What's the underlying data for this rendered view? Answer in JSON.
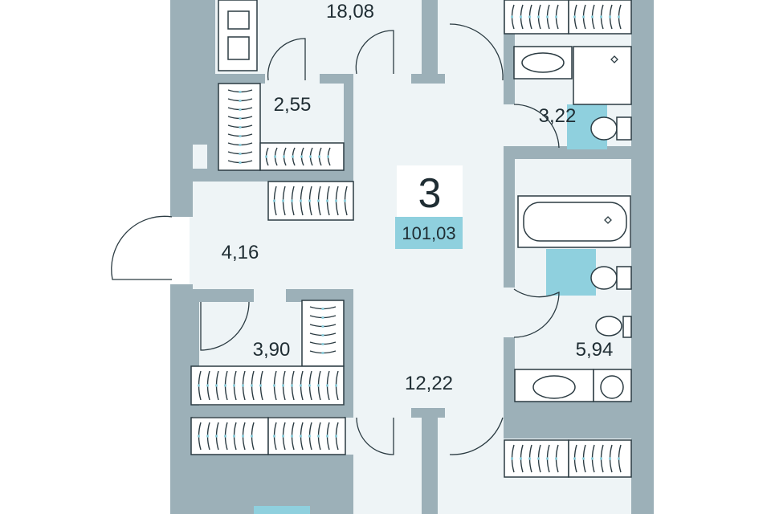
{
  "plan": {
    "room_count": "3",
    "total_area": "101,03",
    "rooms": [
      {
        "id": "room-top-left",
        "area": "18,08"
      },
      {
        "id": "closet-top",
        "area": "2,55"
      },
      {
        "id": "wc-top",
        "area": "3,22"
      },
      {
        "id": "hall",
        "area": "4,16"
      },
      {
        "id": "closet-left",
        "area": "3,90"
      },
      {
        "id": "corridor",
        "area": "12,22"
      },
      {
        "id": "bathroom",
        "area": "5,94"
      }
    ],
    "colors": {
      "wall": "#9cb0b8",
      "floor": "#eef4f6",
      "accent": "#8fd0de",
      "line": "#2b3b42",
      "text": "#1f2d33"
    }
  }
}
